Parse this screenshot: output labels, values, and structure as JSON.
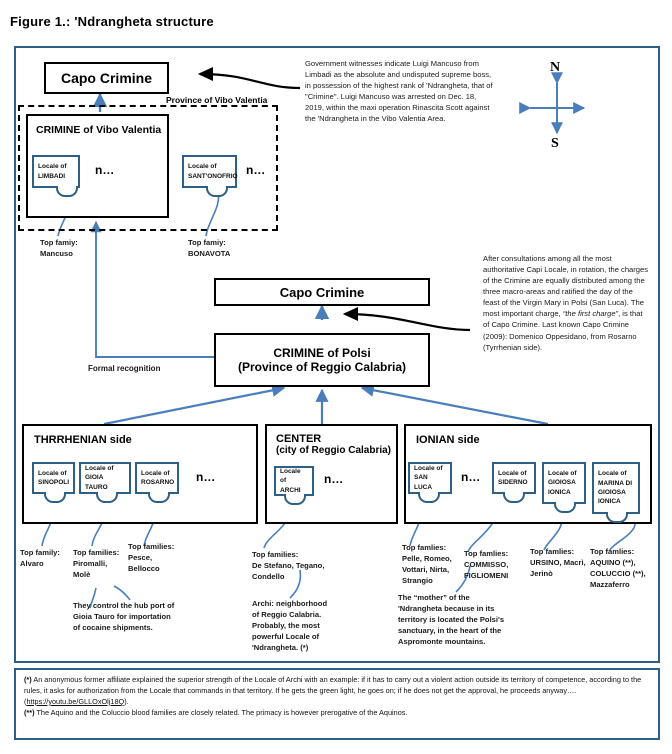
{
  "figure": {
    "title": "Figure 1.: 'Ndrangheta structure"
  },
  "colors": {
    "frame_blue": "#2e5f86",
    "arrow_blue": "#4a7ebb",
    "box_black": "#000000"
  },
  "top_section": {
    "capo_crimine_box": "Capo Crimine",
    "province_dashed_label": "Province of Vibo Valentia",
    "crimine_vibo_box": "CRIMINE of Vibo Valentia",
    "locales": [
      {
        "line1": "Locale of",
        "line2": "LIMBADI"
      },
      {
        "line1": "Locale of",
        "line2": "SANT'ONOFRIO"
      }
    ],
    "n_markers": [
      "n…",
      "n…"
    ],
    "top_families": [
      {
        "label": "Top famiy:",
        "value": "Mancuso"
      },
      {
        "label": "Top famiy:",
        "value": "BONAVOTA"
      }
    ],
    "note_mancuso": "Government witnesses indicate Luigi Mancuso from Limbadi as the absolute and undisputed supreme boss, in possession of the highest rank of 'Ndrangheta, that of \"Crimine\". Luigi Mancuso was arrested on Dec. 18, 2019, within the maxi operation Rinascita Scott against the 'Ndrangheta in the Vibo Valentia Area."
  },
  "compass": {
    "north": "N",
    "south": "S"
  },
  "middle_section": {
    "capo_crimine_box": "Capo Crimine",
    "crimine_polsi_line1": "CRIMINE of Polsi",
    "crimine_polsi_line2": "(Province of Reggio Calabria)",
    "formal_recognition_label": "Formal recognition",
    "note_capo_crimine_part1": "After consultations among all the most authoritative Capi Locale, in rotation, the charges of the Crimine are equally distributed among the three macro-areas and ratified the day of the feast of the Virgin Mary in Polsi (San Luca). The most important charge, ",
    "note_capo_crimine_italic": "“the first charge”",
    "note_capo_crimine_part2": ", is that of Capo Crimine. Last known Capo Crimine (2009): Domenico Oppesidano, from Rosarno (Tyrrhenian side)."
  },
  "macro_areas": [
    {
      "id": "tyrrhenian",
      "title": "THRRHENIAN side",
      "subtitle": "",
      "n_marker": "n…",
      "locales": [
        {
          "line1": "Locale of",
          "line2": "SINOPOLI"
        },
        {
          "line1": "Locale of",
          "line2": "GIOIA TAURO"
        },
        {
          "line1": "Locale of",
          "line2": "ROSARNO"
        }
      ],
      "families": [
        {
          "label": "Top family:",
          "value": "Alvaro"
        },
        {
          "label": "Top families:",
          "value": "Piromalli, Molè"
        },
        {
          "label": "Top families:",
          "value": "Pesce, Bellocco"
        }
      ],
      "note": "They control the hub port of Gioia Tauro for importation of cocaine shipments."
    },
    {
      "id": "center",
      "title": "CENTER",
      "subtitle": "(city of Reggio Calabria)",
      "n_marker": "n…",
      "locales": [
        {
          "line1": "Locale of",
          "line2": "ARCHI"
        }
      ],
      "families": [
        {
          "label": "Top families:",
          "value": "De Stefano, Tegano, Condello"
        }
      ],
      "note": "Archi: neighborhood of Reggio Calabria. Probably, the most powerful Locale of 'Ndrangheta. (*)"
    },
    {
      "id": "ionian",
      "title": "IONIAN side",
      "subtitle": "",
      "n_marker": "n…",
      "locales": [
        {
          "line1": "Locale of",
          "line2": "SAN LUCA"
        },
        {
          "line1": "Locale of",
          "line2": "SIDERNO"
        },
        {
          "line1": "Locale of",
          "line2": "GIOIOSA IONICA"
        },
        {
          "line1": "Locale of",
          "line2": "MARINA DI GIOIOSA IONICA"
        }
      ],
      "families": [
        {
          "label": "Top famlies:",
          "value": "Pelle, Romeo, Vottari, Nirta, Strangio"
        },
        {
          "label": "Top famlies:",
          "value": "COMMISSO, FIGLIOMENI"
        },
        {
          "label": "Top famlies:",
          "value": "URSINO, Macrì, Jerinò"
        },
        {
          "label": "Top famlies:",
          "value": "AQUINO (**), COLUCCIO (**), Mazzaferro"
        }
      ],
      "note": "The “mother” of the 'Ndrangheta because in its territory is located the Polsi's sanctuary, in the heart of the Aspromonte mountains."
    }
  ],
  "footnotes": {
    "star_marker": "(*)",
    "star_text_a": " An anonymous former affiliate explained the superior strength of the Locale of Archi with an example: if it has to carry out a violent action outside its territory of competence, according to the rules, it asks for authorization from the Locale that commands in that territory. If he gets the green light, he goes on; if he does not get the approval, he proceeds anyway…. (",
    "star_link": "https://youtu.be/GLLOxOlj18Q",
    "star_text_b": ").",
    "dstar_marker": "(**)",
    "dstar_text": " The Aquino and the Coluccio blood families are closely related. The primacy is however prerogative of the Aquinos."
  }
}
